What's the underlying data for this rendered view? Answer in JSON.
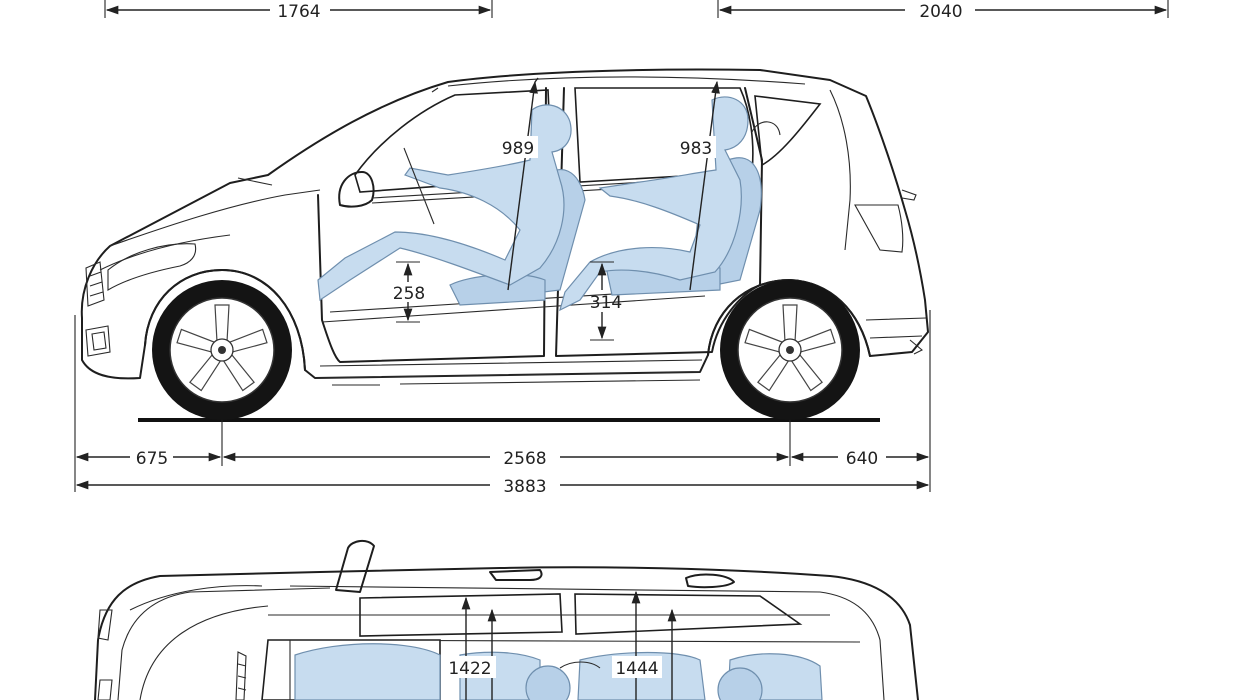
{
  "dimensions": {
    "front_track": "1764",
    "width_with_mirrors": "2040",
    "front_overhang": "675",
    "wheelbase": "2568",
    "rear_overhang": "640",
    "overall_length": "3883",
    "front_headroom": "989",
    "rear_headroom": "983",
    "front_seat_height": "258",
    "rear_seat_height": "314",
    "front_shoulder_width": "1422",
    "rear_shoulder_width": "1444"
  },
  "colors": {
    "line": "#1e1e1e",
    "interior_fill": "#c7dcef",
    "interior_stroke": "#6f8fae",
    "tire": "#141414"
  }
}
